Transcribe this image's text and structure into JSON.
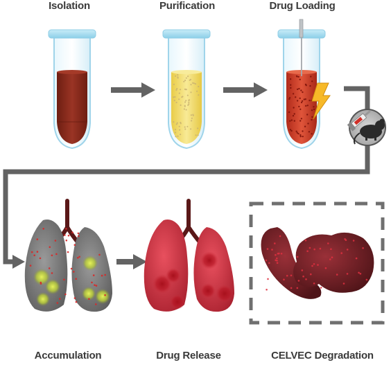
{
  "steps": {
    "isolation": "Isolation",
    "purification": "Purification",
    "drug_loading": "Drug Loading",
    "accumulation": "Accumulation",
    "drug_release": "Drug Release",
    "degradation": "CELVEC Degradation"
  },
  "colors": {
    "arrow": "#636363",
    "tube_cap": "#a9dcf0",
    "isolation_fill": "#8b2a1c",
    "purification_fill": "#f2dc6a",
    "loading_fill": "#c83a22",
    "lung_gray": "#777777",
    "lung_red": "#c8303c",
    "organ_dark": "#6a1c22"
  },
  "icons": [
    "syringe-mouse-icon",
    "lightning-icon",
    "needle-icon"
  ]
}
